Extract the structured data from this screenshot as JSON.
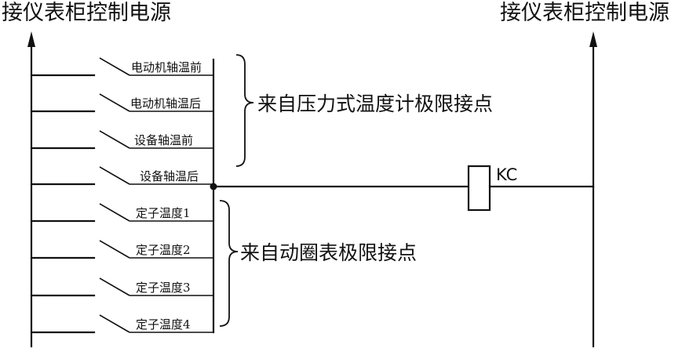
{
  "left_supply_label": "接仪表柜控制电源",
  "right_supply_label": "接仪表柜控制电源",
  "group_pressure_label": "来自压力式温度计极限接点",
  "group_coil_label": "来自动圈表极限接点",
  "relay_label": "KC",
  "contacts": [
    {
      "label": "电动机轴温前"
    },
    {
      "label": "电动机轴温后"
    },
    {
      "label": "设备轴温前"
    },
    {
      "label": "设备轴温后"
    },
    {
      "label": "定子温度1"
    },
    {
      "label": "定子温度2"
    },
    {
      "label": "定子温度3"
    },
    {
      "label": "定子温度4"
    }
  ]
}
